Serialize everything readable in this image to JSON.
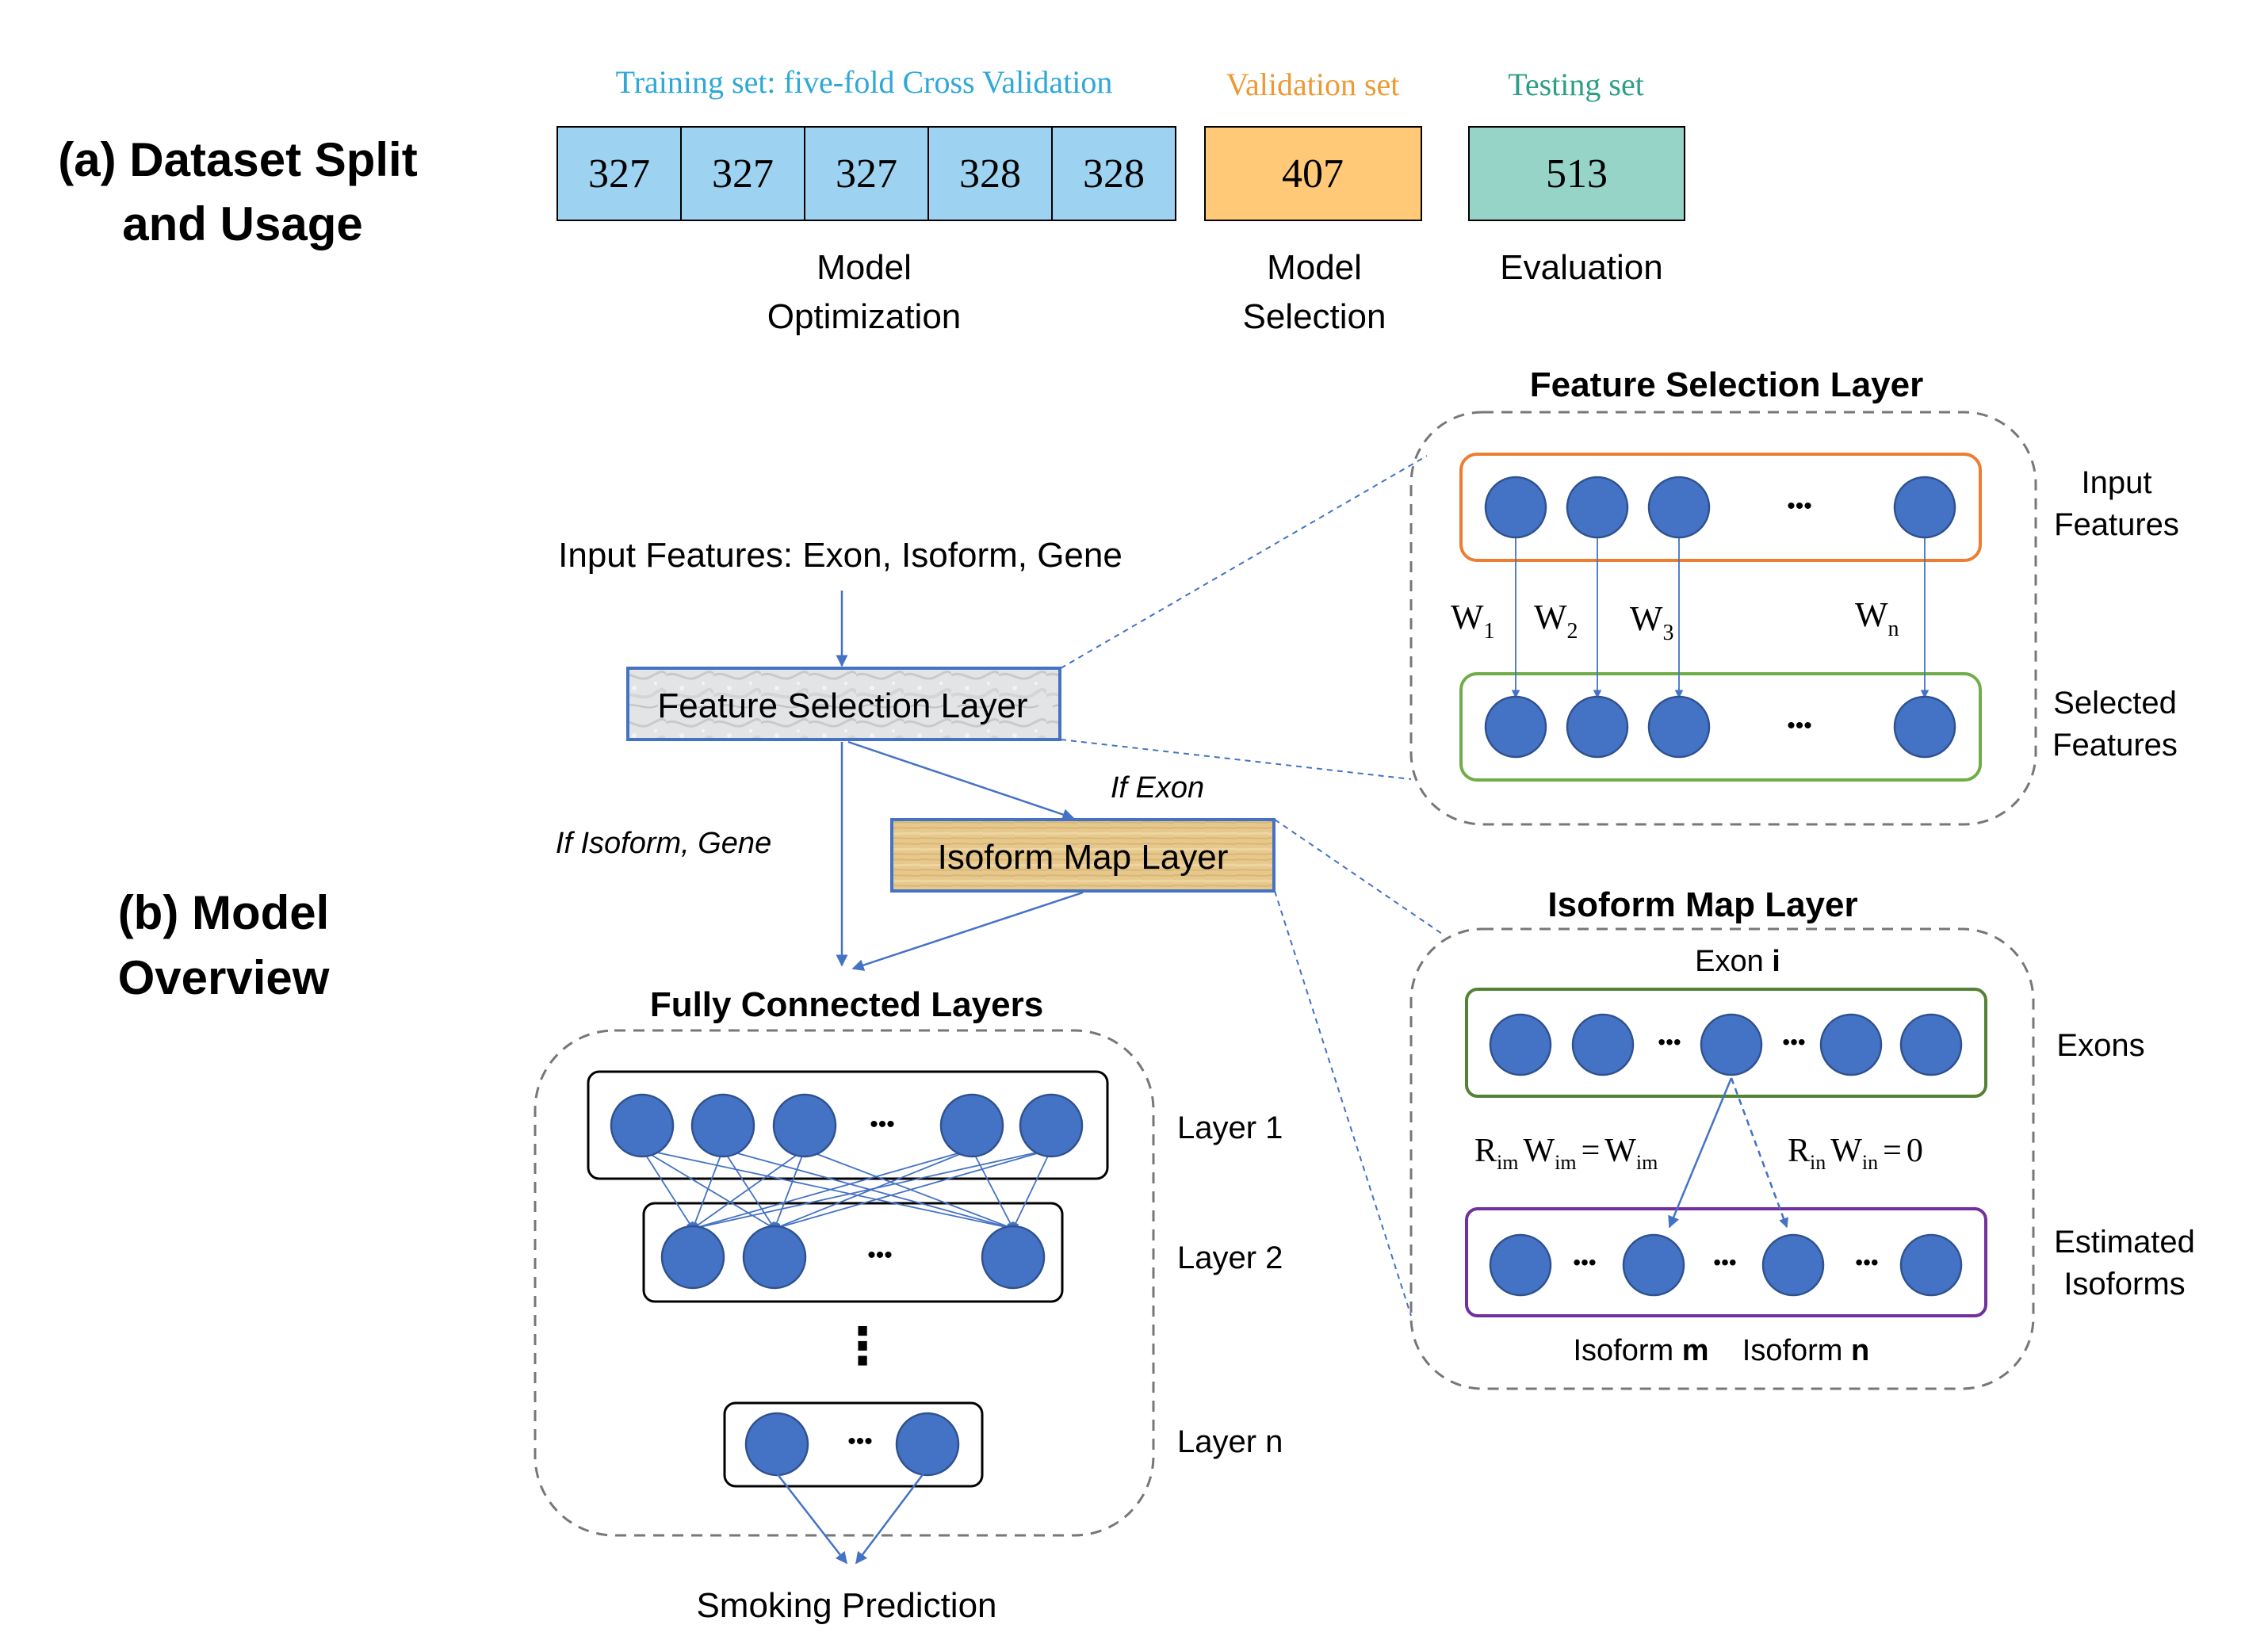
{
  "colors": {
    "node_fill": "#4472C4",
    "node_stroke": "#2F528F",
    "arrow": "#4472C4",
    "training_fill": "#9DD3F0",
    "validation_fill": "#FFC977",
    "testing_fill": "#96D4C7",
    "training_text": "#2FA8D8",
    "validation_text": "#ED9A35",
    "testing_text": "#2E9E84",
    "input_box": "#ED7D31",
    "selected_box": "#70AD47",
    "exons_box": "#548235",
    "isoforms_box": "#7030A0",
    "dashed": "#777777"
  },
  "dataset": {
    "title_line1": "(a) Dataset Split",
    "title_line2": "and Usage",
    "training": {
      "label": "Training set: five-fold Cross Validation",
      "folds": [
        "327",
        "327",
        "327",
        "328",
        "328"
      ],
      "usage_line1": "Model",
      "usage_line2": "Optimization"
    },
    "validation": {
      "label": "Validation set",
      "value": "407",
      "usage_line1": "Model",
      "usage_line2": "Selection"
    },
    "testing": {
      "label": "Testing set",
      "value": "513",
      "usage_line1": "Evaluation"
    }
  },
  "model": {
    "title_line1": "(b) Model",
    "title_line2": "Overview",
    "input_features": "Input Features: Exon, Isoform, Gene",
    "feature_selection_box": "Feature Selection Layer",
    "isoform_map_box": "Isoform Map Layer",
    "if_exon": "If Exon",
    "if_isoform_gene": "If Isoform, Gene",
    "fc_title": "Fully Connected Layers",
    "layer1": "Layer 1",
    "layer2": "Layer 2",
    "layern": "Layer n",
    "output": "Smoking Prediction"
  },
  "fs_detail": {
    "title": "Feature Selection Layer",
    "input_line1": "Input",
    "input_line2": "Features",
    "selected_line1": "Selected",
    "selected_line2": "Features",
    "weights": [
      "W",
      "W",
      "W",
      "W"
    ],
    "weight_subs": [
      "1",
      "2",
      "3",
      "n"
    ]
  },
  "im_detail": {
    "title": "Isoform Map Layer",
    "exon_prefix": "Exon ",
    "exon_bold": "i",
    "exons_label": "Exons",
    "est_line1": "Estimated",
    "est_line2": "Isoforms",
    "iso_m_prefix": "Isoform ",
    "iso_m_bold": "m",
    "iso_n_prefix": "Isoform ",
    "iso_n_bold": "n",
    "eq1": {
      "r": "R",
      "r_sub": "im",
      "w1": "W",
      "w1_sub": "im",
      "op": "=",
      "w2": "W",
      "w2_sub": "im"
    },
    "eq2": {
      "r": "R",
      "r_sub": "in",
      "w1": "W",
      "w1_sub": "in",
      "op": "=",
      "rhs": "0"
    }
  },
  "ellipsis": "•••",
  "vellipsis": "⋮"
}
